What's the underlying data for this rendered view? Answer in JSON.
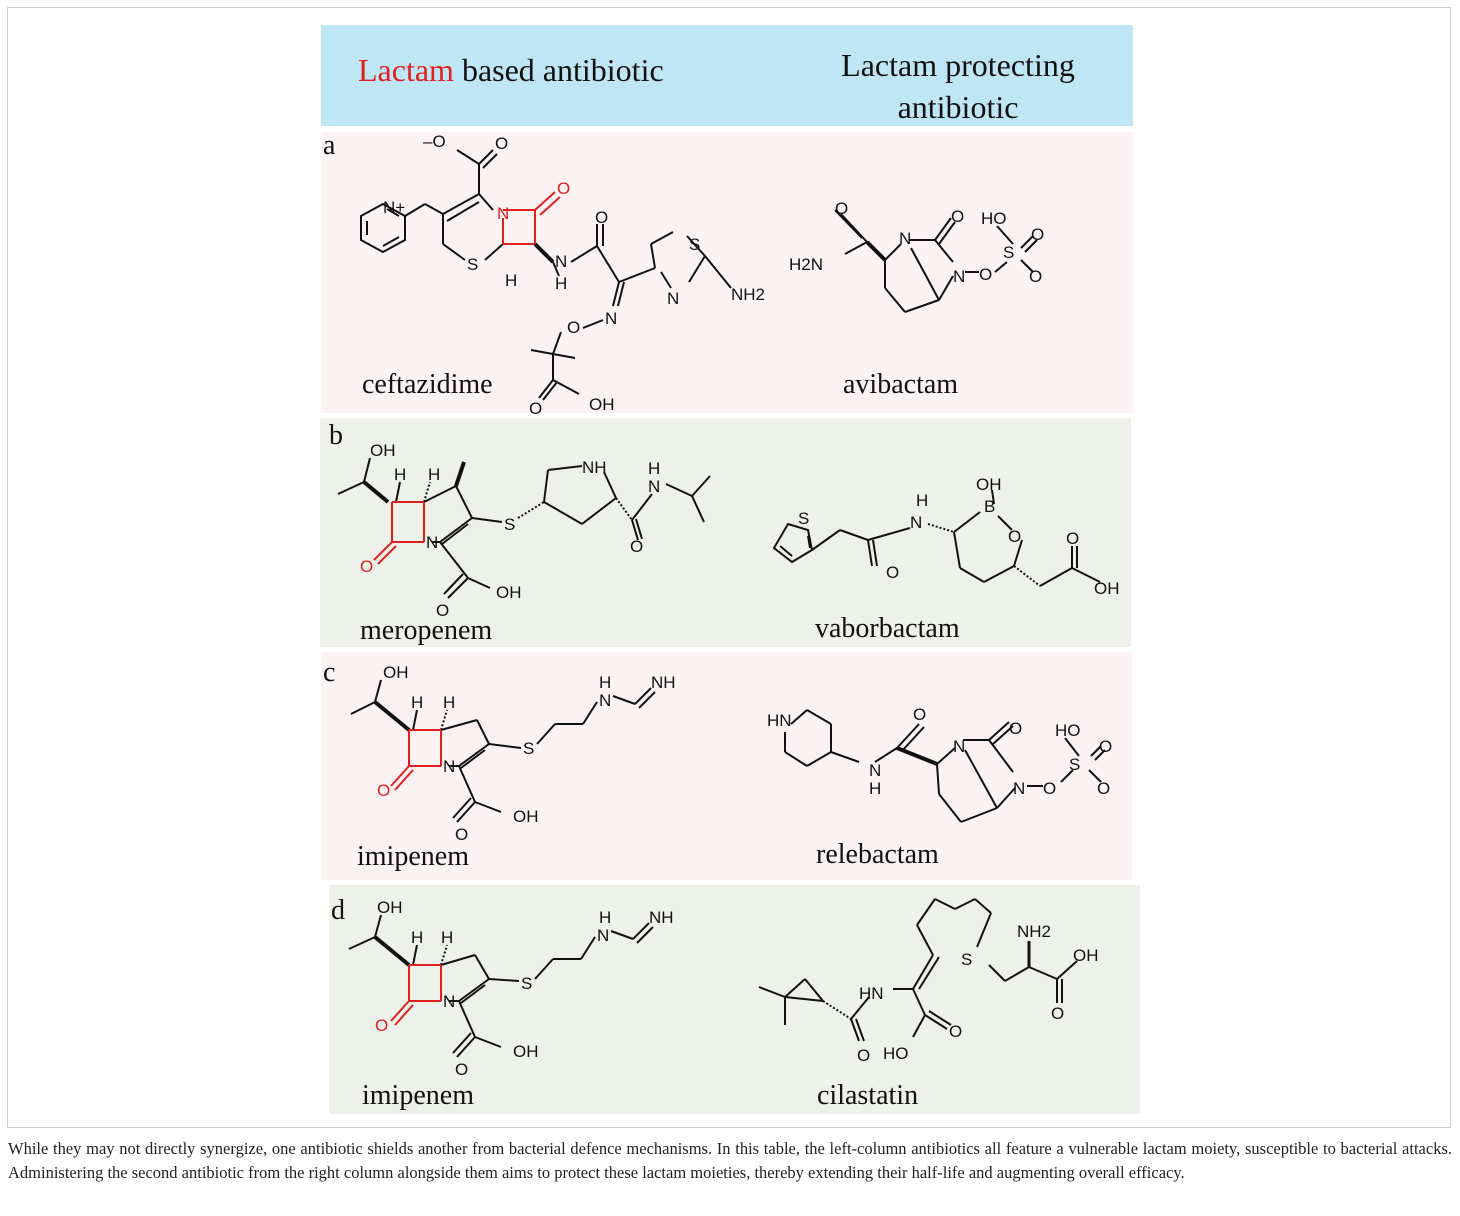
{
  "header": {
    "left_red": "Lactam",
    "left_rest": " based antibiotic",
    "right_line1": "Lactam protecting",
    "right_line2": "antibiotic"
  },
  "rows": [
    {
      "letter": "a",
      "left_name": "ceftazidime",
      "right_name": "avibactam",
      "bg": "#fcf1f3"
    },
    {
      "letter": "b",
      "left_name": "meropenem",
      "right_name": "vaborbactam",
      "bg": "#eef1ea"
    },
    {
      "letter": "c",
      "left_name": "imipenem",
      "right_name": "relebactam",
      "bg": "#fcf1f3"
    },
    {
      "letter": "d",
      "left_name": "imipenem",
      "right_name": "cilastatin",
      "bg": "#eef1ea"
    }
  ],
  "atoms": {
    "O": "O",
    "N": "N",
    "S": "S",
    "H": "H",
    "B": "B",
    "OH": "OH",
    "NH": "NH",
    "HN": "HN",
    "HO": "HO",
    "NH2": "NH2",
    "H2N": "H2N",
    "Nplus": "N+",
    "Ominus": "–O"
  },
  "colors": {
    "lactam": "#e02020",
    "header_bg": "#bfe6f5",
    "bond": "#111111"
  },
  "caption": "While they may not directly synergize, one antibiotic shields another from bacterial defence mechanisms. In this table, the left-column antibiotics all feature a vulnerable lactam moiety, susceptible to bacterial attacks. Administering the second antibiotic from the right column alongside them aims to protect these lactam moieties, thereby extending their half-life and augmenting overall efficacy."
}
